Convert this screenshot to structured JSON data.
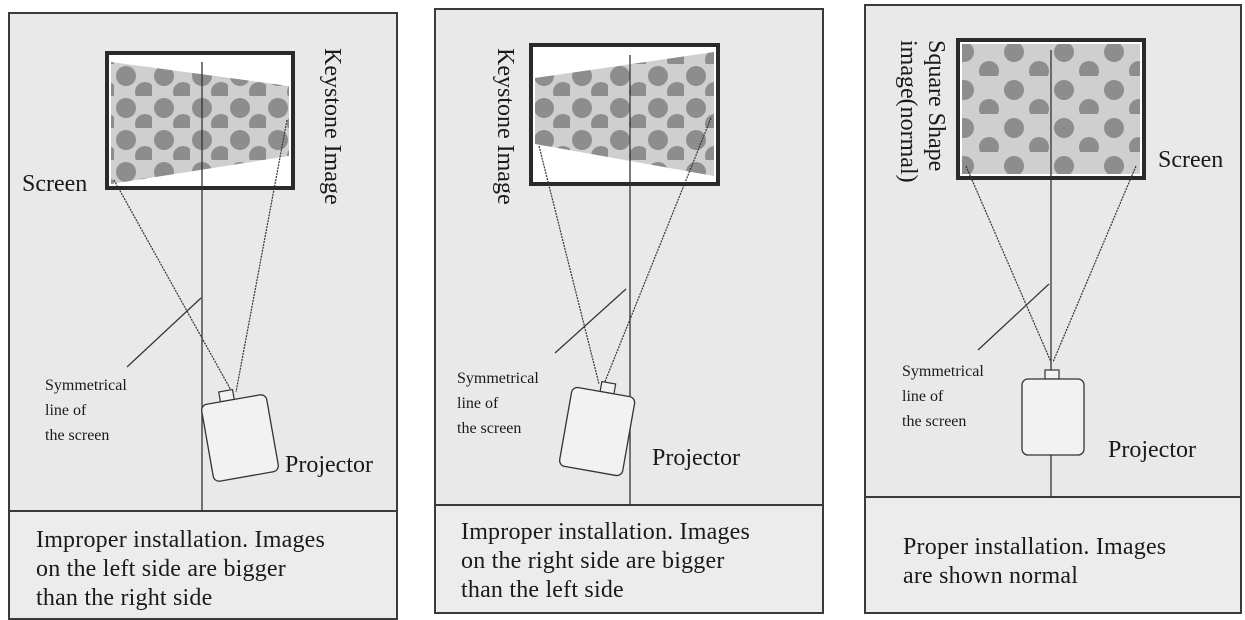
{
  "panels": [
    {
      "keystone_label": "Keystone Image",
      "screen_label": "Screen",
      "symmetry_label": [
        "Symmetrical",
        "line of",
        "the screen"
      ],
      "projector_label": "Projector",
      "caption": [
        "Improper installation. Images",
        "on the left side are bigger",
        "than the right side"
      ]
    },
    {
      "keystone_label": "Keystone Image",
      "symmetry_label": [
        "Symmetrical",
        "line of",
        "the screen"
      ],
      "projector_label": "Projector",
      "caption": [
        "Improper installation. Images",
        "on the right side are bigger",
        "than the left side"
      ]
    },
    {
      "image_label": [
        "Square Shape",
        "image(normal)"
      ],
      "screen_label": "Screen",
      "symmetry_label": [
        "Symmetrical",
        "line of",
        "the screen"
      ],
      "projector_label": "Projector",
      "caption": [
        "Proper installation. Images",
        "are shown normal"
      ]
    }
  ],
  "colors": {
    "panel_bg": "#e9e9e9",
    "screen_border": "#2a2a2a",
    "image_bg": "#cfcfcf",
    "dots": "#8d8d8d",
    "line": "#333333"
  }
}
